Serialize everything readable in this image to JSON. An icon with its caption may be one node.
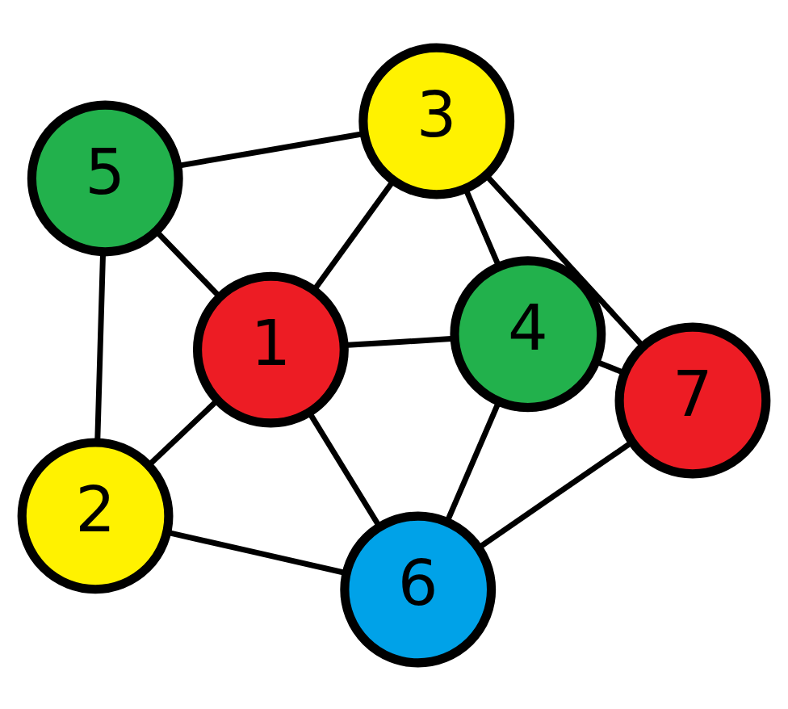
{
  "diagram": {
    "nodes": [
      {
        "text": [
          "5"
        ]
      },
      {
        "text": [
          "2"
        ]
      },
      {
        "text": [
          "1"
        ]
      },
      {
        "text": [
          "3"
        ]
      },
      {
        "text": [
          "4"
        ]
      },
      {
        "text": [
          "6"
        ]
      },
      {
        "text": [
          "7"
        ]
      }
    ],
    "edges": [
      {
        "from": 0,
        "to": 1,
        "arrow": "none"
      },
      {
        "from": 0,
        "to": 2,
        "arrow": "none"
      },
      {
        "from": 0,
        "to": 3,
        "arrow": "none"
      },
      {
        "from": 1,
        "to": 2,
        "arrow": "none"
      },
      {
        "from": 1,
        "to": 5,
        "arrow": "none"
      },
      {
        "from": 2,
        "to": 3,
        "arrow": "none"
      },
      {
        "from": 2,
        "to": 4,
        "arrow": "none"
      },
      {
        "from": 2,
        "to": 5,
        "arrow": "none"
      },
      {
        "from": 3,
        "to": 4,
        "arrow": "none"
      },
      {
        "from": 3,
        "to": 6,
        "arrow": "none"
      },
      {
        "from": 4,
        "to": 5,
        "arrow": "none"
      },
      {
        "from": 4,
        "to": 6,
        "arrow": "none"
      },
      {
        "from": 5,
        "to": 6,
        "arrow": "none"
      }
    ]
  }
}
